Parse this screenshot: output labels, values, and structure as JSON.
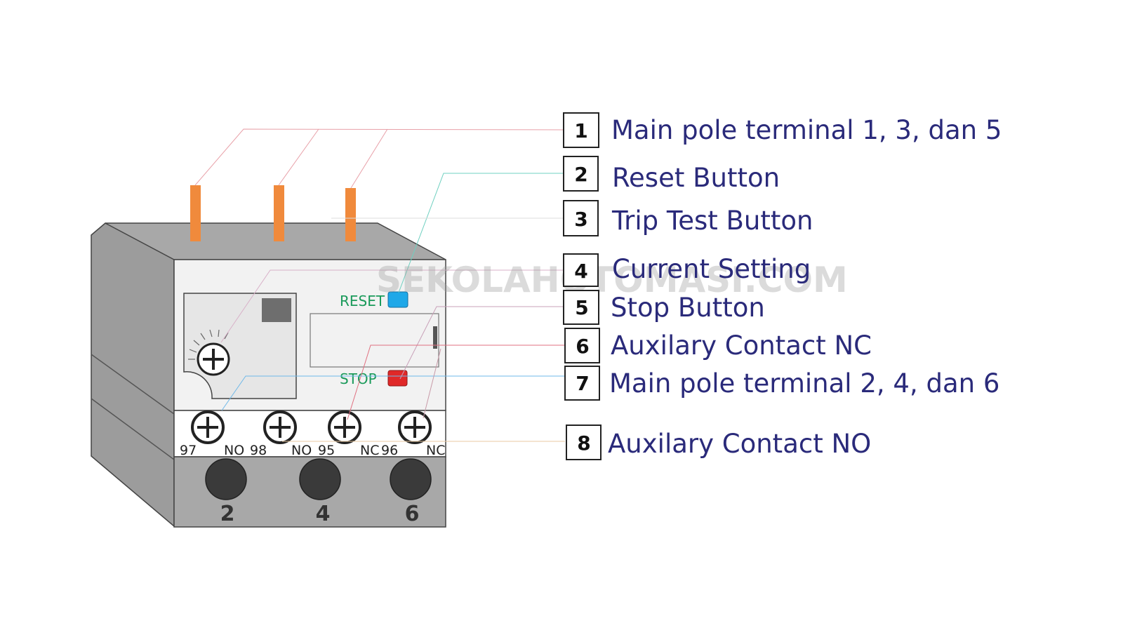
{
  "watermark": "SEKOLAHOTOMASI.COM",
  "callouts": [
    {
      "num": "1",
      "text": "Main pole terminal 1, 3, dan 5",
      "line_color": "#e8a0a8"
    },
    {
      "num": "2",
      "text": "Reset Button",
      "line_color": "#6fd0c0"
    },
    {
      "num": "3",
      "text": "Trip Test Button",
      "line_color": "#d8d8d8"
    },
    {
      "num": "4",
      "text": "Current Setting",
      "line_color": "#d8b0c8"
    },
    {
      "num": "5",
      "text": "Stop Button",
      "line_color": "#c8a0b8"
    },
    {
      "num": "6",
      "text": "Auxilary Contact NC",
      "line_color": "#e07080"
    },
    {
      "num": "7",
      "text": "Main pole terminal 2, 4, dan 6",
      "line_color": "#6fb8e8"
    },
    {
      "num": "8",
      "text": "Auxilary Contact NO",
      "line_color": "#e8c8a0"
    }
  ],
  "device": {
    "reset_label": "RESET",
    "stop_label": "STOP",
    "reset_color": "#1fa8e8",
    "stop_color": "#e02828",
    "label_color": "#1a9a5a",
    "pole_color": "#f08a3c",
    "aux_labels": [
      "97",
      "NO",
      "98",
      "NO",
      "95",
      "NC",
      "96",
      "NC"
    ],
    "main_terminals": [
      "2",
      "4",
      "6"
    ]
  }
}
